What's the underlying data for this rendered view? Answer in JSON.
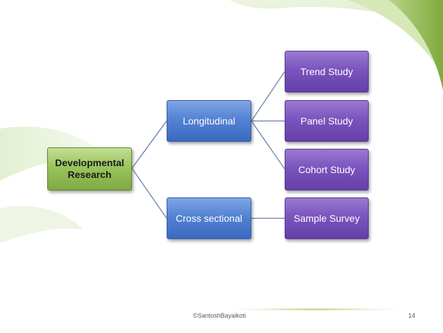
{
  "diagram": {
    "root": {
      "label": "Developmental Research"
    },
    "branches": [
      {
        "label": "Longitudinal"
      },
      {
        "label": "Cross sectional"
      }
    ],
    "leaves": [
      {
        "label": "Trend Study"
      },
      {
        "label": "Panel Study"
      },
      {
        "label": "Cohort Study"
      },
      {
        "label": "Sample Survey"
      }
    ]
  },
  "footer": {
    "credit": "©SantoshBayalkoti",
    "slide_number": "14"
  },
  "colors": {
    "root": "#8db650",
    "branch": "#4f7fd2",
    "leaf": "#7350b8",
    "connector": "#7b8fb5",
    "accent_green": "#8dbb3e"
  }
}
